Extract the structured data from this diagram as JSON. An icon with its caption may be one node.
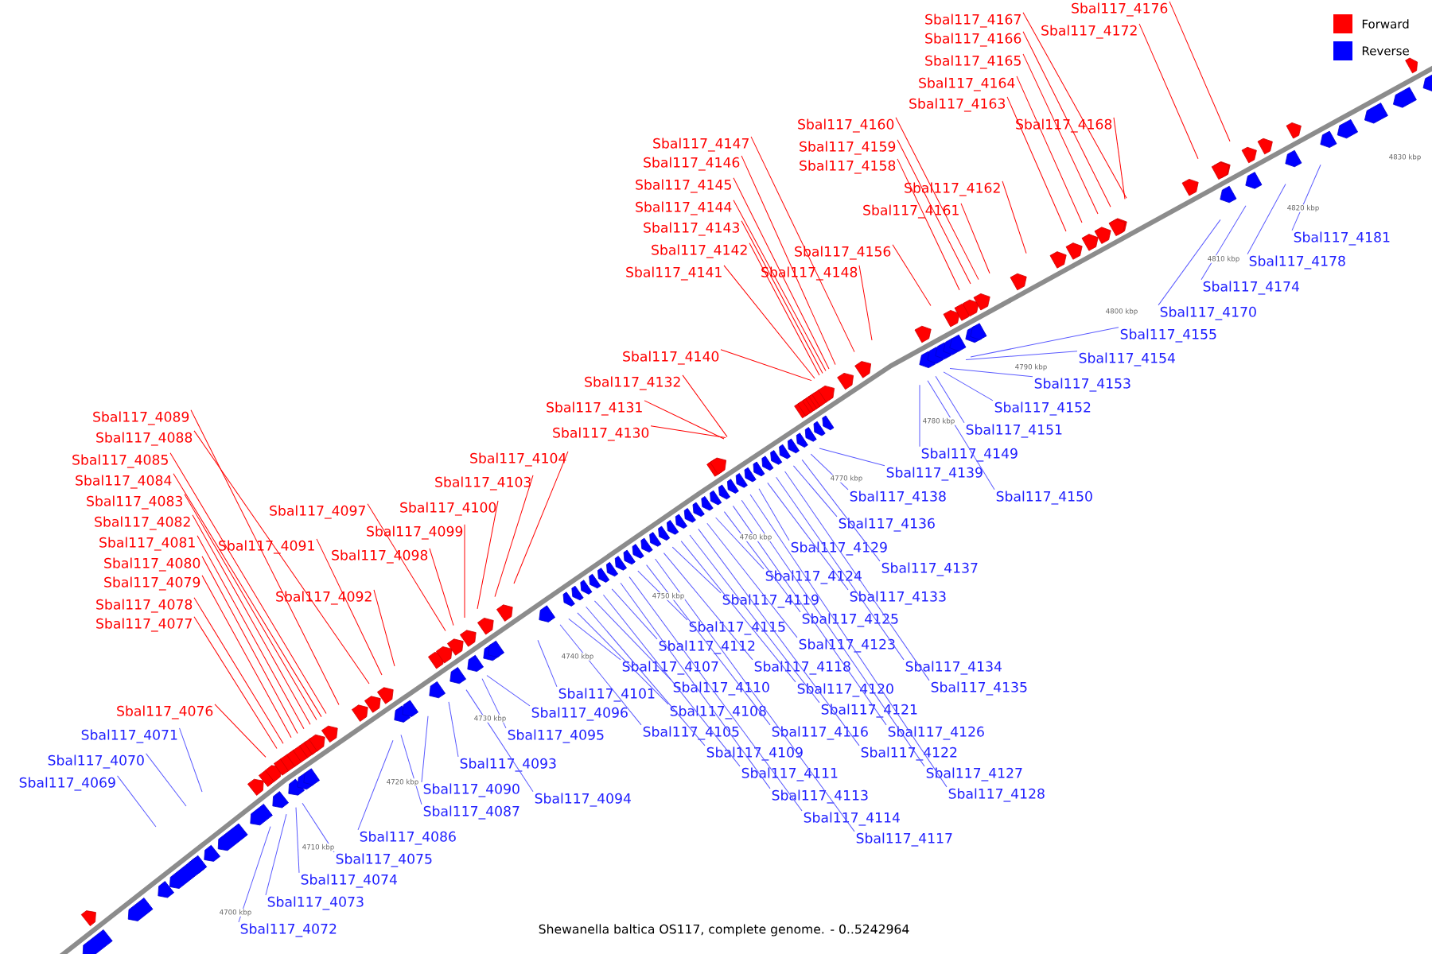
{
  "diagram": {
    "caption": "Shewanella baltica OS117, complete genome. - 0..5242964",
    "nodes": [
      {
        "text": [
          "Sbal117_4069"
        ]
      },
      {
        "text": [
          "Sbal117_4070"
        ]
      },
      {
        "text": [
          "Sbal117_4071"
        ]
      },
      {
        "text": [
          "Sbal117_4072"
        ]
      },
      {
        "text": [
          "Sbal117_4073"
        ]
      },
      {
        "text": [
          "Sbal117_4074"
        ]
      },
      {
        "text": [
          "Sbal117_4075"
        ]
      },
      {
        "text": [
          "Sbal117_4076"
        ]
      },
      {
        "text": [
          "Sbal117_4077"
        ]
      },
      {
        "text": [
          "Sbal117_4078"
        ]
      },
      {
        "text": [
          "Sbal117_4079"
        ]
      },
      {
        "text": [
          "Sbal117_4080"
        ]
      },
      {
        "text": [
          "Sbal117_4081"
        ]
      },
      {
        "text": [
          "Sbal117_4082"
        ]
      },
      {
        "text": [
          "Sbal117_4083"
        ]
      },
      {
        "text": [
          "Sbal117_4084"
        ]
      },
      {
        "text": [
          "Sbal117_4085"
        ]
      },
      {
        "text": [
          "Sbal117_4086"
        ]
      },
      {
        "text": [
          "Sbal117_4087"
        ]
      },
      {
        "text": [
          "Sbal117_4088"
        ]
      },
      {
        "text": [
          "Sbal117_4089"
        ]
      },
      {
        "text": [
          "Sbal117_4090"
        ]
      },
      {
        "text": [
          "Sbal117_4091"
        ]
      },
      {
        "text": [
          "Sbal117_4092"
        ]
      },
      {
        "text": [
          "Sbal117_4093"
        ]
      },
      {
        "text": [
          "Sbal117_4094"
        ]
      },
      {
        "text": [
          "Sbal117_4095"
        ]
      },
      {
        "text": [
          "Sbal117_4096"
        ]
      },
      {
        "text": [
          "Sbal117_4097"
        ]
      },
      {
        "text": [
          "Sbal117_4098"
        ]
      },
      {
        "text": [
          "Sbal117_4099"
        ]
      },
      {
        "text": [
          "Sbal117_4100"
        ]
      },
      {
        "text": [
          "Sbal117_4101"
        ]
      },
      {
        "text": [
          "Sbal117_4103"
        ]
      },
      {
        "text": [
          "Sbal117_4104"
        ]
      },
      {
        "text": [
          "Sbal117_4105"
        ]
      },
      {
        "text": [
          "Sbal117_4107"
        ]
      },
      {
        "text": [
          "Sbal117_4108"
        ]
      },
      {
        "text": [
          "Sbal117_4109"
        ]
      },
      {
        "text": [
          "Sbal117_4110"
        ]
      },
      {
        "text": [
          "Sbal117_4111"
        ]
      },
      {
        "text": [
          "Sbal117_4112"
        ]
      },
      {
        "text": [
          "Sbal117_4113"
        ]
      },
      {
        "text": [
          "Sbal117_4114"
        ]
      },
      {
        "text": [
          "Sbal117_4115"
        ]
      },
      {
        "text": [
          "Sbal117_4116"
        ]
      },
      {
        "text": [
          "Sbal117_4117"
        ]
      },
      {
        "text": [
          "Sbal117_4118"
        ]
      },
      {
        "text": [
          "Sbal117_4119"
        ]
      },
      {
        "text": [
          "Sbal117_4120"
        ]
      },
      {
        "text": [
          "Sbal117_4121"
        ]
      },
      {
        "text": [
          "Sbal117_4122"
        ]
      },
      {
        "text": [
          "Sbal117_4123"
        ]
      },
      {
        "text": [
          "Sbal117_4124"
        ]
      },
      {
        "text": [
          "Sbal117_4125"
        ]
      },
      {
        "text": [
          "Sbal117_4126"
        ]
      },
      {
        "text": [
          "Sbal117_4127"
        ]
      },
      {
        "text": [
          "Sbal117_4128"
        ]
      },
      {
        "text": [
          "Sbal117_4129"
        ]
      },
      {
        "text": [
          "Sbal117_4130"
        ]
      },
      {
        "text": [
          "Sbal117_4131"
        ]
      },
      {
        "text": [
          "Sbal117_4132"
        ]
      },
      {
        "text": [
          "Sbal117_4133"
        ]
      },
      {
        "text": [
          "Sbal117_4134"
        ]
      },
      {
        "text": [
          "Sbal117_4135"
        ]
      },
      {
        "text": [
          "Sbal117_4136"
        ]
      },
      {
        "text": [
          "Sbal117_4137"
        ]
      },
      {
        "text": [
          "Sbal117_4138"
        ]
      },
      {
        "text": [
          "Sbal117_4139"
        ]
      },
      {
        "text": [
          "Sbal117_4140"
        ]
      },
      {
        "text": [
          "Sbal117_4141"
        ]
      },
      {
        "text": [
          "Sbal117_4142"
        ]
      },
      {
        "text": [
          "Sbal117_4143"
        ]
      },
      {
        "text": [
          "Sbal117_4144"
        ]
      },
      {
        "text": [
          "Sbal117_4145"
        ]
      },
      {
        "text": [
          "Sbal117_4146"
        ]
      },
      {
        "text": [
          "Sbal117_4147"
        ]
      },
      {
        "text": [
          "Sbal117_4148"
        ]
      },
      {
        "text": [
          "Sbal117_4149"
        ]
      },
      {
        "text": [
          "Sbal117_4150"
        ]
      },
      {
        "text": [
          "Sbal117_4151"
        ]
      },
      {
        "text": [
          "Sbal117_4152"
        ]
      },
      {
        "text": [
          "Sbal117_4153"
        ]
      },
      {
        "text": [
          "Sbal117_4154"
        ]
      },
      {
        "text": [
          "Sbal117_4155"
        ]
      },
      {
        "text": [
          "Sbal117_4156"
        ]
      },
      {
        "text": [
          "Sbal117_4158"
        ]
      },
      {
        "text": [
          "Sbal117_4159"
        ]
      },
      {
        "text": [
          "Sbal117_4160"
        ]
      },
      {
        "text": [
          "Sbal117_4161"
        ]
      },
      {
        "text": [
          "Sbal117_4162"
        ]
      },
      {
        "text": [
          "Sbal117_4163"
        ]
      },
      {
        "text": [
          "Sbal117_4164"
        ]
      },
      {
        "text": [
          "Sbal117_4165"
        ]
      },
      {
        "text": [
          "Sbal117_4166"
        ]
      },
      {
        "text": [
          "Sbal117_4167"
        ]
      },
      {
        "text": [
          "Sbal117_4168"
        ]
      },
      {
        "text": [
          "Sbal117_4170"
        ]
      },
      {
        "text": [
          "Sbal117_4172"
        ]
      },
      {
        "text": [
          "Sbal117_4174"
        ]
      },
      {
        "text": [
          "Sbal117_4176"
        ]
      },
      {
        "text": [
          "Sbal117_4178"
        ]
      },
      {
        "text": [
          "Sbal117_4181"
        ]
      }
    ],
    "edges": [
      {
        "from": 0,
        "to": null,
        "arrow": "none"
      },
      {
        "from": 1,
        "to": null,
        "arrow": "none"
      },
      {
        "from": 2,
        "to": null,
        "arrow": "none"
      },
      {
        "from": 3,
        "to": null,
        "arrow": "none"
      },
      {
        "from": 4,
        "to": null,
        "arrow": "none"
      },
      {
        "from": 5,
        "to": null,
        "arrow": "none"
      },
      {
        "from": 6,
        "to": null,
        "arrow": "none"
      },
      {
        "from": 7,
        "to": null,
        "arrow": "none",
        "color": "#ff0000"
      },
      {
        "from": 8,
        "to": null,
        "arrow": "none",
        "color": "#ff0000"
      },
      {
        "from": 9,
        "to": null,
        "arrow": "none",
        "color": "#ff0000"
      },
      {
        "from": 10,
        "to": null,
        "arrow": "none",
        "color": "#ff0000"
      },
      {
        "from": 11,
        "to": null,
        "arrow": "none",
        "color": "#ff0000"
      },
      {
        "from": 12,
        "to": null,
        "arrow": "none",
        "color": "#ff0000"
      },
      {
        "from": 13,
        "to": null,
        "arrow": "none",
        "color": "#ff0000"
      },
      {
        "from": 14,
        "to": null,
        "arrow": "none",
        "color": "#ff0000"
      },
      {
        "from": 15,
        "to": null,
        "arrow": "none",
        "color": "#ff0000"
      },
      {
        "from": 16,
        "to": null,
        "arrow": "none",
        "color": "#ff0000"
      },
      {
        "from": 17,
        "to": null,
        "arrow": "none"
      },
      {
        "from": 18,
        "to": null,
        "arrow": "none"
      },
      {
        "from": 19,
        "to": null,
        "arrow": "none",
        "color": "#ff0000"
      },
      {
        "from": 20,
        "to": null,
        "arrow": "none",
        "color": "#ff0000"
      },
      {
        "from": 21,
        "to": null,
        "arrow": "none"
      },
      {
        "from": 22,
        "to": null,
        "arrow": "none",
        "color": "#ff0000"
      },
      {
        "from": 23,
        "to": null,
        "arrow": "none",
        "color": "#ff0000"
      },
      {
        "from": 24,
        "to": null,
        "arrow": "none"
      },
      {
        "from": 25,
        "to": null,
        "arrow": "none"
      },
      {
        "from": 26,
        "to": null,
        "arrow": "none"
      },
      {
        "from": 27,
        "to": null,
        "arrow": "none"
      },
      {
        "from": 28,
        "to": null,
        "arrow": "none",
        "color": "#ff0000"
      },
      {
        "from": 29,
        "to": null,
        "arrow": "none",
        "color": "#ff0000"
      },
      {
        "from": 30,
        "to": null,
        "arrow": "none",
        "color": "#ff0000"
      },
      {
        "from": 31,
        "to": null,
        "arrow": "none",
        "color": "#ff0000"
      },
      {
        "from": 32,
        "to": null,
        "arrow": "none"
      },
      {
        "from": 33,
        "to": null,
        "arrow": "none",
        "color": "#ff0000"
      },
      {
        "from": 34,
        "to": null,
        "arrow": "none",
        "color": "#ff0000"
      },
      {
        "from": 35,
        "to": null,
        "arrow": "none"
      },
      {
        "from": 36,
        "to": null,
        "arrow": "none"
      },
      {
        "from": 37,
        "to": null,
        "arrow": "none"
      },
      {
        "from": 38,
        "to": null,
        "arrow": "none"
      },
      {
        "from": 39,
        "to": null,
        "arrow": "none"
      },
      {
        "from": 40,
        "to": null,
        "arrow": "none"
      },
      {
        "from": 41,
        "to": null,
        "arrow": "none"
      },
      {
        "from": 42,
        "to": null,
        "arrow": "none"
      },
      {
        "from": 43,
        "to": null,
        "arrow": "none"
      },
      {
        "from": 44,
        "to": null,
        "arrow": "none"
      },
      {
        "from": 45,
        "to": null,
        "arrow": "none"
      },
      {
        "from": 46,
        "to": null,
        "arrow": "none"
      },
      {
        "from": 47,
        "to": null,
        "arrow": "none"
      },
      {
        "from": 48,
        "to": null,
        "arrow": "none"
      },
      {
        "from": 49,
        "to": null,
        "arrow": "none"
      },
      {
        "from": 50,
        "to": null,
        "arrow": "none"
      },
      {
        "from": 51,
        "to": null,
        "arrow": "none"
      },
      {
        "from": 52,
        "to": null,
        "arrow": "none"
      },
      {
        "from": 53,
        "to": null,
        "arrow": "none"
      },
      {
        "from": 54,
        "to": null,
        "arrow": "none"
      },
      {
        "from": 55,
        "to": null,
        "arrow": "none"
      },
      {
        "from": 56,
        "to": null,
        "arrow": "none"
      },
      {
        "from": 57,
        "to": null,
        "arrow": "none"
      },
      {
        "from": 58,
        "to": null,
        "arrow": "none"
      },
      {
        "from": 59,
        "to": null,
        "arrow": "none",
        "color": "#ff0000"
      },
      {
        "from": 60,
        "to": null,
        "arrow": "none",
        "color": "#ff0000"
      },
      {
        "from": 61,
        "to": null,
        "arrow": "none",
        "color": "#ff0000"
      },
      {
        "from": 62,
        "to": null,
        "arrow": "none"
      },
      {
        "from": 63,
        "to": null,
        "arrow": "none"
      },
      {
        "from": 64,
        "to": null,
        "arrow": "none"
      },
      {
        "from": 65,
        "to": null,
        "arrow": "none"
      },
      {
        "from": 66,
        "to": null,
        "arrow": "none"
      },
      {
        "from": 67,
        "to": null,
        "arrow": "none"
      },
      {
        "from": 68,
        "to": null,
        "arrow": "none"
      },
      {
        "from": 69,
        "to": null,
        "arrow": "none",
        "color": "#ff0000"
      },
      {
        "from": 70,
        "to": null,
        "arrow": "none",
        "color": "#ff0000"
      },
      {
        "from": 71,
        "to": null,
        "arrow": "none",
        "color": "#ff0000"
      },
      {
        "from": 72,
        "to": null,
        "arrow": "none",
        "color": "#ff0000"
      },
      {
        "from": 73,
        "to": null,
        "arrow": "none",
        "color": "#ff0000"
      },
      {
        "from": 74,
        "to": null,
        "arrow": "none",
        "color": "#ff0000"
      },
      {
        "from": 75,
        "to": null,
        "arrow": "none",
        "color": "#ff0000"
      },
      {
        "from": 76,
        "to": null,
        "arrow": "none",
        "color": "#ff0000"
      },
      {
        "from": 77,
        "to": null,
        "arrow": "none",
        "color": "#ff0000"
      },
      {
        "from": 78,
        "to": null,
        "arrow": "none"
      },
      {
        "from": 79,
        "to": null,
        "arrow": "none"
      },
      {
        "from": 80,
        "to": null,
        "arrow": "none"
      },
      {
        "from": 81,
        "to": null,
        "arrow": "none"
      },
      {
        "from": 82,
        "to": null,
        "arrow": "none"
      },
      {
        "from": 83,
        "to": null,
        "arrow": "none"
      },
      {
        "from": 84,
        "to": null,
        "arrow": "none"
      },
      {
        "from": 85,
        "to": null,
        "arrow": "none",
        "color": "#ff0000"
      },
      {
        "from": 86,
        "to": null,
        "arrow": "none",
        "color": "#ff0000"
      },
      {
        "from": 87,
        "to": null,
        "arrow": "none",
        "color": "#ff0000"
      },
      {
        "from": 88,
        "to": null,
        "arrow": "none",
        "color": "#ff0000"
      },
      {
        "from": 89,
        "to": null,
        "arrow": "none",
        "color": "#ff0000"
      },
      {
        "from": 90,
        "to": null,
        "arrow": "none",
        "color": "#ff0000"
      },
      {
        "from": 91,
        "to": null,
        "arrow": "none",
        "color": "#ff0000"
      },
      {
        "from": 92,
        "to": null,
        "arrow": "none",
        "color": "#ff0000"
      },
      {
        "from": 93,
        "to": null,
        "arrow": "none",
        "color": "#ff0000"
      },
      {
        "from": 94,
        "to": null,
        "arrow": "none",
        "color": "#ff0000"
      },
      {
        "from": 95,
        "to": null,
        "arrow": "none",
        "color": "#ff0000"
      },
      {
        "from": 96,
        "to": null,
        "arrow": "none",
        "color": "#ff0000"
      },
      {
        "from": 97,
        "to": null,
        "arrow": "none"
      },
      {
        "from": 98,
        "to": null,
        "arrow": "none",
        "color": "#ff0000"
      },
      {
        "from": 99,
        "to": null,
        "arrow": "none"
      },
      {
        "from": 100,
        "to": null,
        "arrow": "none",
        "color": "#ff0000"
      },
      {
        "from": 101,
        "to": null,
        "arrow": "none"
      },
      {
        "from": 102,
        "to": null,
        "arrow": "none"
      }
    ],
    "labels": [
      "4700 kbp",
      "4710 kbp",
      "4720 kbp",
      "4730 kbp",
      "4740 kbp",
      "4750 kbp",
      "4760 kbp",
      "4770 kbp",
      "4780 kbp",
      "4790 kbp",
      "4800 kbp",
      "4810 kbp",
      "4820 kbp",
      "4830 kbp"
    ],
    "legend": [
      {
        "text": "Forward",
        "color": "#ff0000"
      },
      {
        "text": "Reverse",
        "color": "#0000ff"
      }
    ]
  }
}
